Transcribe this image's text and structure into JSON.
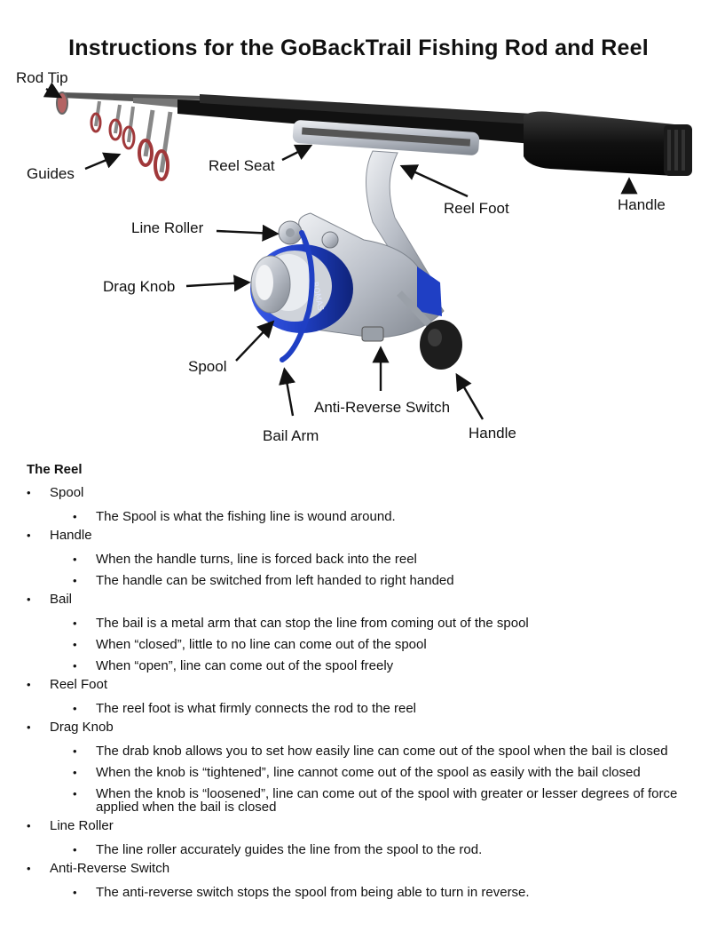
{
  "title": "Instructions for the GoBackTrail Fishing Rod and Reel",
  "image_labels": {
    "rod_tip": "Rod Tip",
    "guides": "Guides",
    "reel_seat": "Reel Seat",
    "reel_foot": "Reel Foot",
    "handle_rod": "Handle",
    "line_roller": "Line Roller",
    "drag_knob": "Drag Knob",
    "spool": "Spool",
    "anti_reverse": "Anti-Reverse Switch",
    "bail_arm": "Bail Arm",
    "handle_reel": "Handle"
  },
  "reel_brand_text": "ROMAS",
  "colors": {
    "reel_blue": "#1f3fc4",
    "reel_silver": "#c9ced6",
    "rod_black": "#1a1a1a",
    "guide_red": "#a0383a"
  },
  "reel_heading": "The Reel",
  "sections": [
    {
      "name": "Spool",
      "bullets": [
        "The Spool is what the fishing line is wound around."
      ]
    },
    {
      "name": "Handle",
      "bullets": [
        "When the handle turns, line is forced back into the reel",
        "The handle can be switched from left handed to right handed"
      ]
    },
    {
      "name": "Bail",
      "bullets": [
        "The bail is a metal arm that can stop the line from coming out of the spool",
        "When “closed”, little to no line can come out of the spool",
        "When “open”, line can come out of the spool freely"
      ]
    },
    {
      "name": "Reel Foot",
      "bullets": [
        "The reel foot is what firmly connects the rod to the reel"
      ]
    },
    {
      "name": "Drag Knob",
      "bullets": [
        "The drab knob allows you to set how easily line can come out of the spool when the bail is closed",
        "When the knob is “tightened”, line cannot come out of the spool as easily with the bail closed",
        "When the knob is “loosened”, line can come out of the spool with greater or lesser degrees of force applied when the bail is closed"
      ]
    },
    {
      "name": "Line Roller",
      "bullets": [
        "The line roller accurately guides the line from the spool to the rod."
      ]
    },
    {
      "name": "Anti-Reverse Switch",
      "bullets": [
        "The anti-reverse switch stops the spool from being able to turn in reverse."
      ]
    }
  ]
}
